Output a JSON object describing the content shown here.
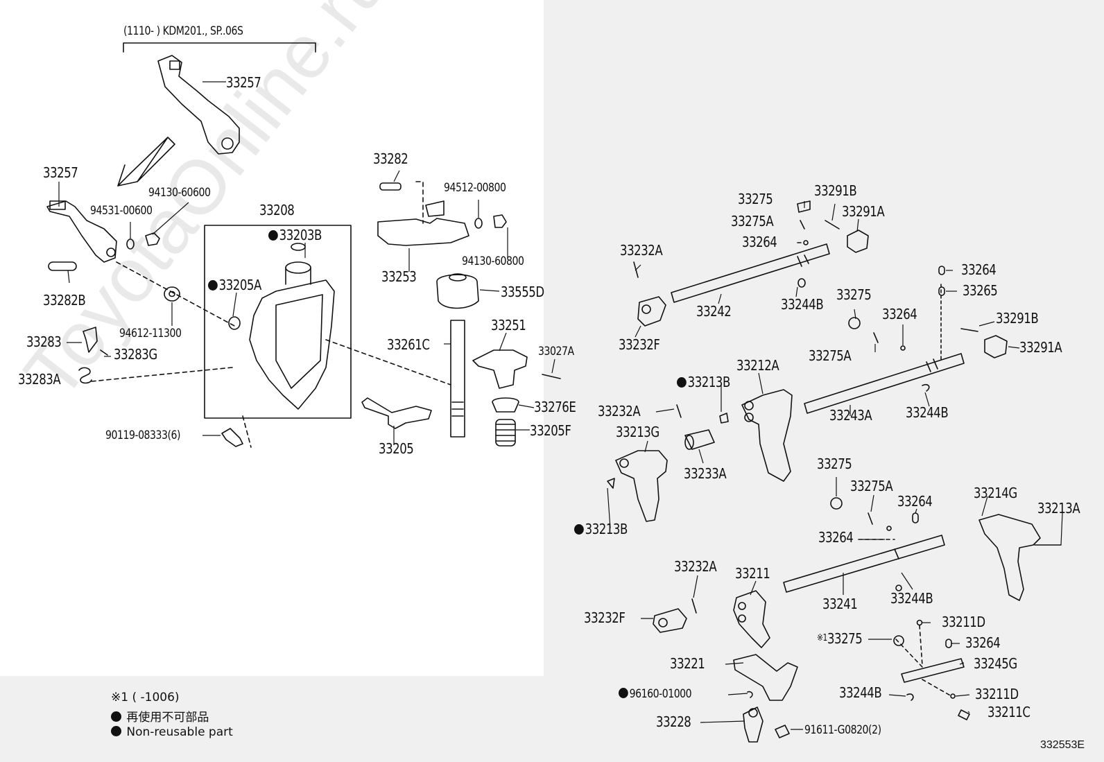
{
  "watermark": "ToyotaOnline.ru",
  "header_note": "(1110-        ) KDM201., SP..06S",
  "labels": {
    "l33257a": "33257",
    "l33257b": "33257",
    "l94130_60600": "94130-60600",
    "l94531": "94531-00600",
    "l33282b": "33282B",
    "l33283": "33283",
    "l33283g": "33283G",
    "l33283a": "33283A",
    "l94612": "94612-11300",
    "l90119": "90119-08333(6)",
    "l33208": "33208",
    "l33203b": "33203B",
    "l33205a": "33205A",
    "l33282": "33282",
    "l33253": "33253",
    "l94512": "94512-00800",
    "l94130_60800": "94130-60800",
    "l33555d": "33555D",
    "l33261c": "33261C",
    "l33251": "33251",
    "l33027a": "33027A",
    "l33276e": "33276E",
    "l33205f": "33205F",
    "l33205": "33205",
    "l33275a": "33275",
    "l33275aa": "33275A",
    "l33264a": "33264",
    "l33291b_1": "33291B",
    "l33291a_1": "33291A",
    "l33232a_1": "33232A",
    "l33242": "33242",
    "l33244b_1": "33244B",
    "l33232f_1": "33232F",
    "l33264b": "33264",
    "l33265": "33265",
    "l33275b": "33275",
    "l33264c": "33264",
    "l33291b_2": "33291B",
    "l33275ab": "33275A",
    "l33291a_2": "33291A",
    "l33213b_1": "33213B",
    "l33212a": "33212A",
    "l33232a_2": "33232A",
    "l33213g": "33213G",
    "l33233a": "33233A",
    "l33243a": "33243A",
    "l33244b_2": "33244B",
    "l33213b_2": "33213B",
    "l33275c": "33275",
    "l33275ac": "33275A",
    "l33264d": "33264",
    "l33264e": "33264",
    "l33214g": "33214G",
    "l33213a": "33213A",
    "l33232a_3": "33232A",
    "l33211": "33211",
    "l33241": "33241",
    "l33244b_3": "33244B",
    "l33232f_2": "33232F",
    "l33211d_1": "33211D",
    "l33275d": "33275",
    "l33264f": "33264",
    "l33221": "33221",
    "l33245g": "33245G",
    "l96160": "96160-01000",
    "l33244b_4": "33244B",
    "l33211d_2": "33211D",
    "l33228": "33228",
    "l33211c": "33211C",
    "l91611": "91611-G0820(2)"
  },
  "note_ref": "※1",
  "legend": {
    "line1": "※1 (        -1006)",
    "line2": "再使用不可部品",
    "line3": "Non-reusable part"
  },
  "diagram_code": "332553E"
}
